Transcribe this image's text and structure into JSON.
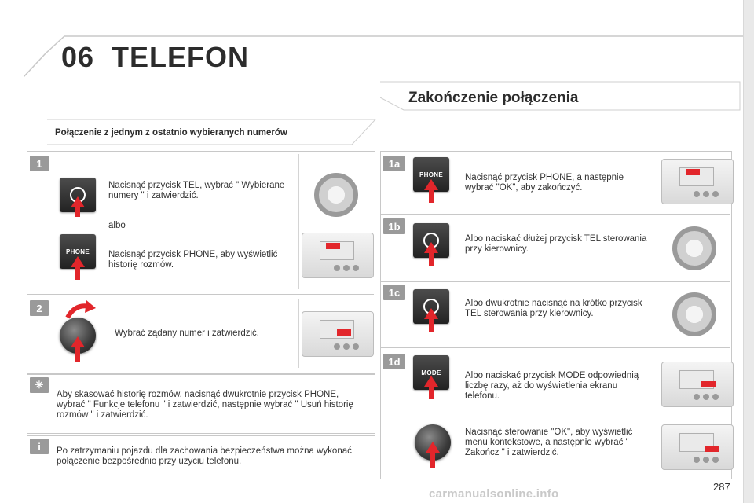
{
  "header": {
    "chapter_number": "06",
    "chapter_title": "TELEFON"
  },
  "section_title": "Zakończenie połączenia",
  "left_subtitle": "Połączenie z jednym z ostatnio wybieranych numerów",
  "left_steps": {
    "s1_badge": "1",
    "s1_text_a": "Nacisnąć przycisk TEL, wybrać \" Wybierane numery \" i zatwierdzić.",
    "s1_or": "albo",
    "s1_text_b": "Nacisnąć przycisk PHONE, aby wyświetlić historię rozmów.",
    "s2_badge": "2",
    "s2_text": "Wybrać żądany numer i zatwierdzić."
  },
  "tip": "Aby skasować historię rozmów, nacisnąć dwukrotnie przycisk PHONE, wybrać \" Funkcje telefonu \" i zatwierdzić, następnie wybrać \" Usuń historię rozmów \" i zatwierdzić.",
  "info": "Po zatrzymaniu pojazdu dla zachowania bezpieczeństwa można wykonać połączenie bezpośrednio przy użyciu telefonu.",
  "right_steps": [
    {
      "badge": "1a",
      "text": "Nacisnąć przycisk PHONE, a następnie wybrać \"OK\", aby zakończyć."
    },
    {
      "badge": "1b",
      "text": "Albo naciskać dłużej przycisk TEL sterowania przy kierownicy."
    },
    {
      "badge": "1c",
      "text": "Albo dwukrotnie nacisnąć na krótko przycisk TEL sterowania przy kierownicy."
    },
    {
      "badge": "1d",
      "text": "Albo naciskać przycisk MODE odpowiednią liczbę razy, aż do wyświetlenia ekranu telefonu."
    },
    {
      "badge": "",
      "text": "Nacisnąć sterowanie \"OK\", aby wyświetlić menu kontekstowe, a następnie wybrać \" Zakończ \" i zatwierdzić."
    }
  ],
  "button_labels": {
    "phone": "PHONE",
    "mode": "MODE"
  },
  "page_number": "287",
  "watermark": "carmanualsonline.info",
  "colors": {
    "accent_red": "#e2262b",
    "badge_gray": "#9a9a9a"
  }
}
